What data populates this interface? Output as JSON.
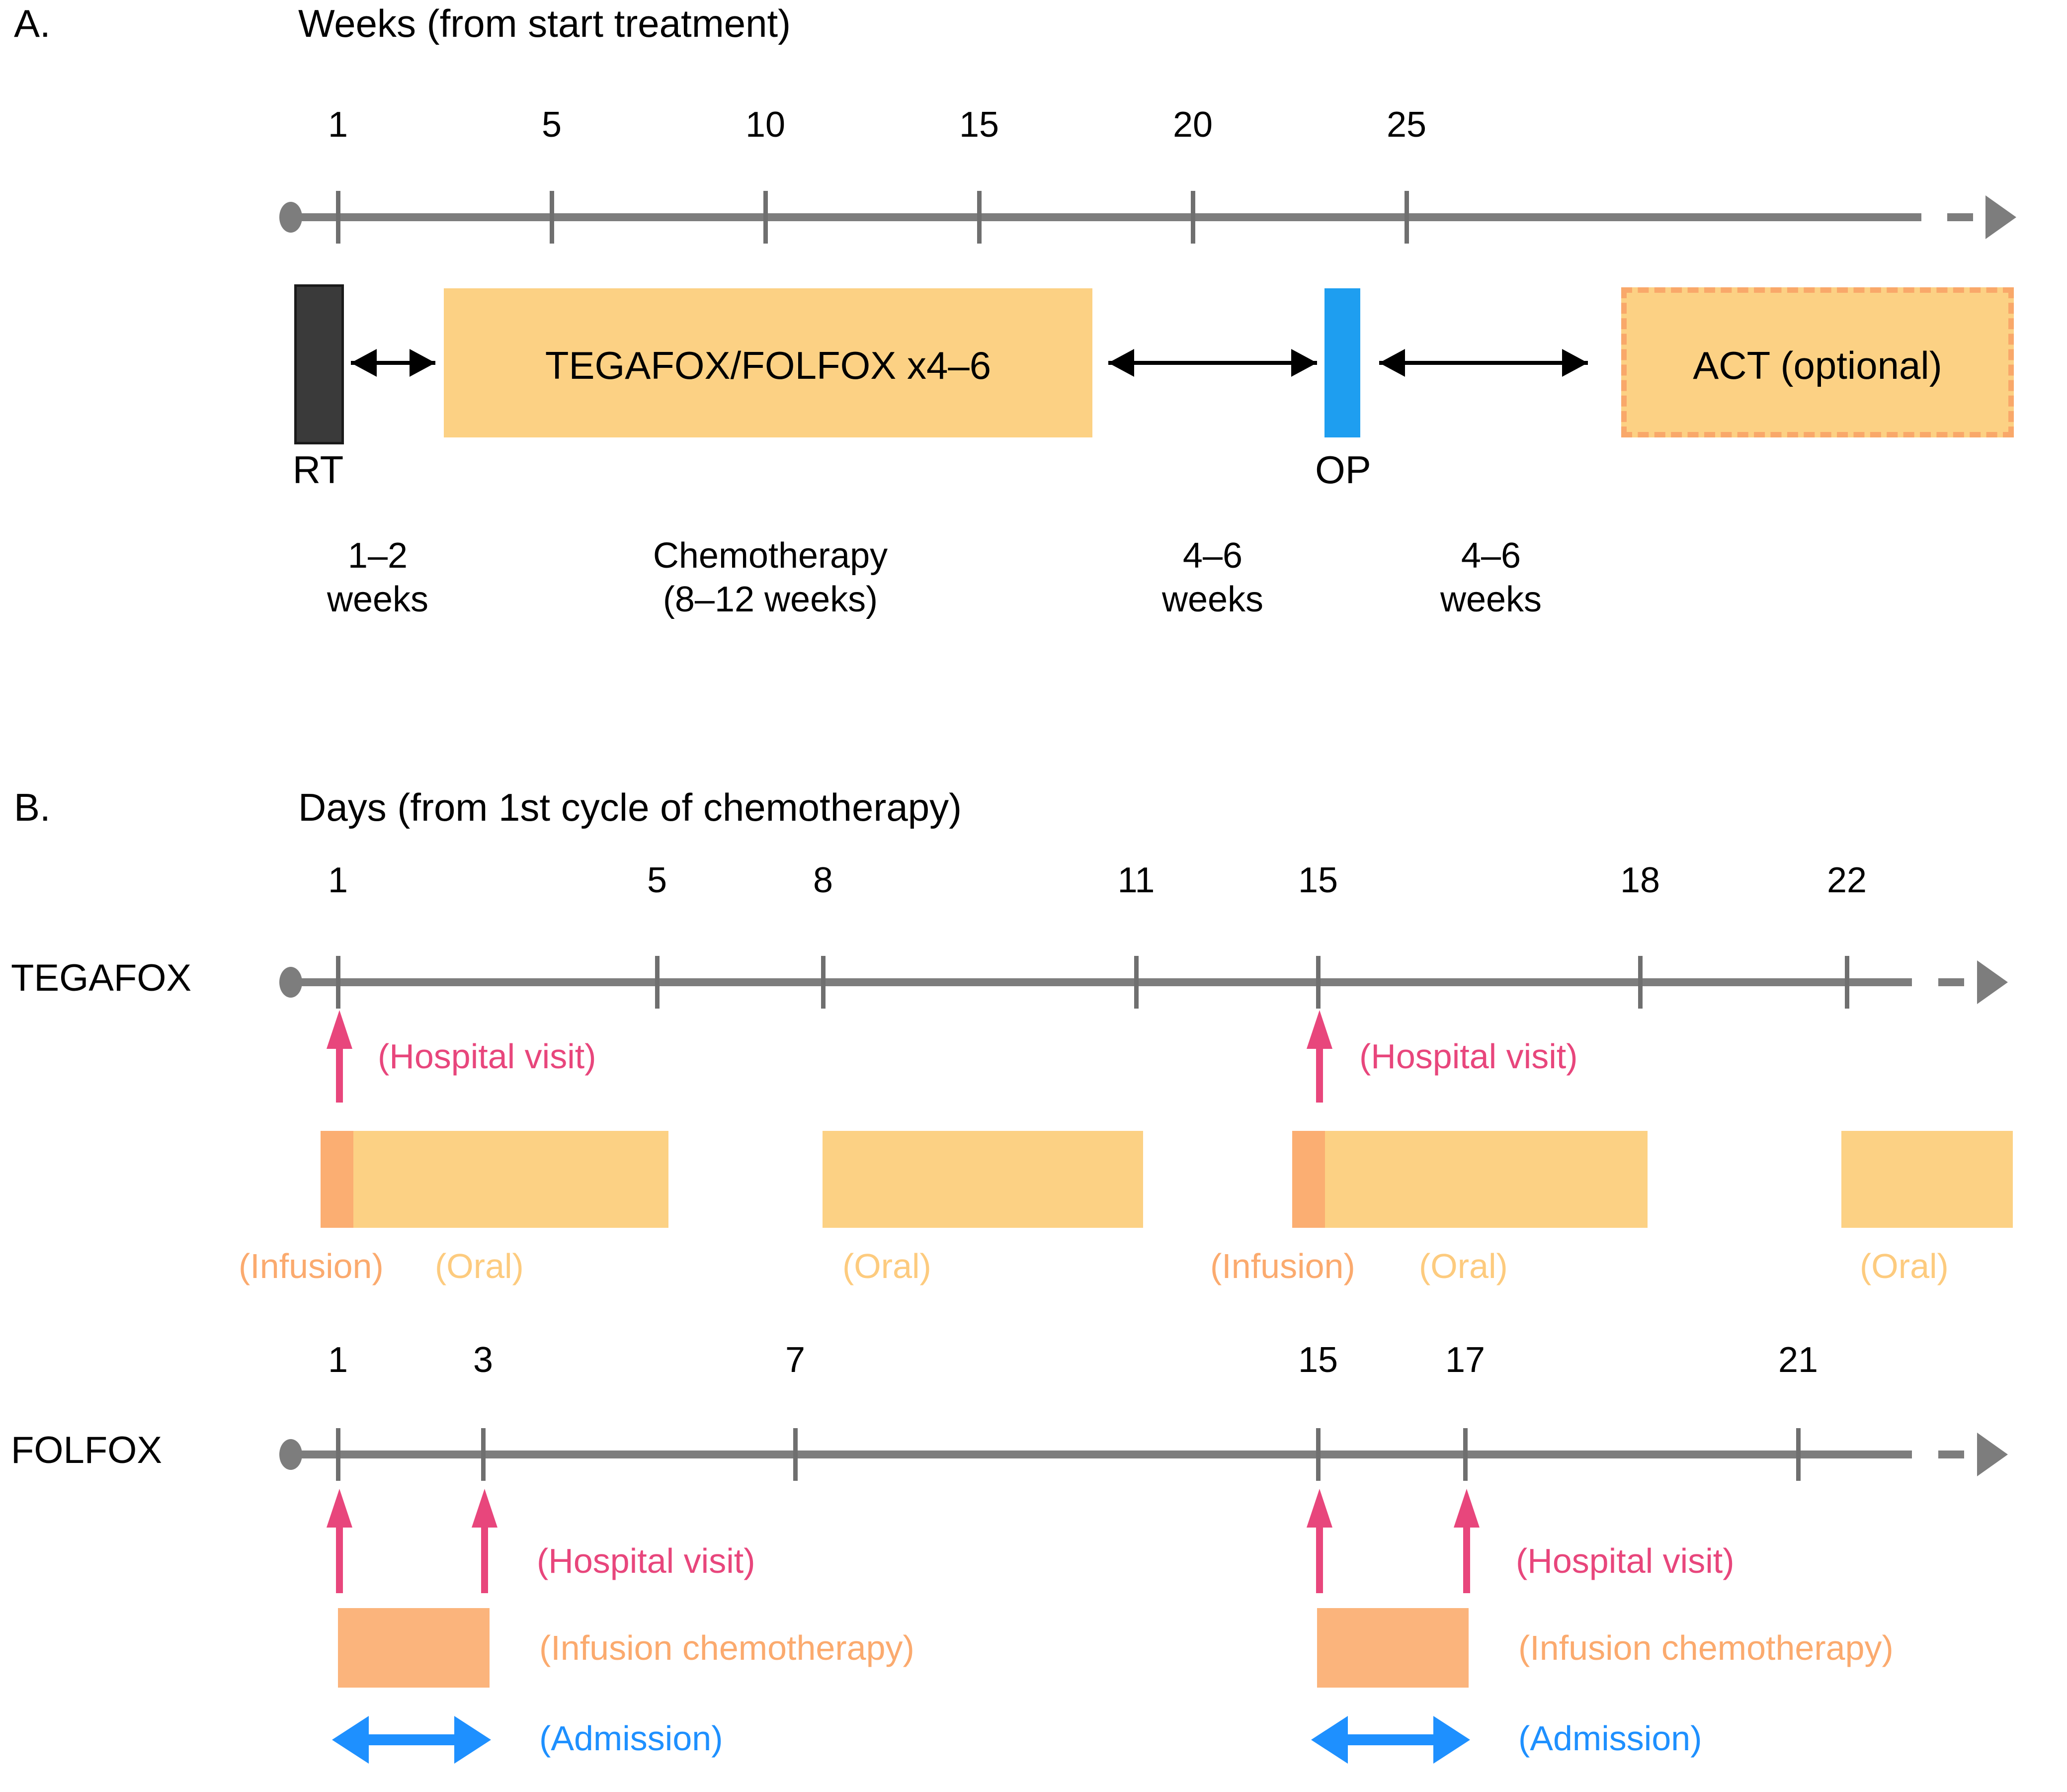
{
  "figure": {
    "panels": [
      {
        "id": "A",
        "letter": "A.",
        "heading": "Weeks (from start treatment)",
        "axis_unit": "weeks",
        "tick_labels": [
          "1",
          "5",
          "10",
          "15",
          "20",
          "25"
        ],
        "blocks": [
          {
            "name": "rt",
            "label": "RT",
            "color": "#3a3a3a"
          },
          {
            "name": "chemotherapy",
            "label": "TEGAFOX/FOLFOX x4–6",
            "color": "#fcd184"
          },
          {
            "name": "operation",
            "label": "OP",
            "color": "#1e9ef0"
          },
          {
            "name": "act",
            "label": "ACT (optional)",
            "color": "#fcd184",
            "border": "#f9a86a"
          }
        ],
        "duration_notes": [
          "1–2\nweeks",
          "Chemotherapy\n(8–12 weeks)",
          "4–6\nweeks",
          "4–6\nweeks"
        ]
      },
      {
        "id": "B",
        "letter": "B.",
        "heading": "Days (from 1st cycle of chemotherapy)",
        "axis_unit": "days",
        "rows": [
          {
            "name": "tegafox",
            "label": "TEGAFOX",
            "tick_labels": [
              "1",
              "5",
              "8",
              "11",
              "15",
              "18",
              "22"
            ],
            "hospital_visit_label": "(Hospital visit)",
            "hospital_visit_days": [
              1,
              15
            ],
            "legend": [
              {
                "text": "(Infusion)",
                "color": "#fbaa6e"
              },
              {
                "text": "(Oral)",
                "color": "#fdcb7e"
              },
              {
                "text": "(Oral)",
                "color": "#fdcb7e"
              },
              {
                "text": "(Infusion)",
                "color": "#fbaa6e"
              },
              {
                "text": "(Oral)",
                "color": "#fdcb7e"
              },
              {
                "text": "(Oral)",
                "color": "#fdcb7e"
              }
            ]
          },
          {
            "name": "folfox",
            "label": "FOLFOX",
            "tick_labels": [
              "1",
              "3",
              "7",
              "15",
              "17",
              "21"
            ],
            "hospital_visit_label": "(Hospital visit)",
            "hospital_visit_days": [
              1,
              3,
              15,
              17
            ],
            "infusion_label": "(Infusion chemotherapy)",
            "admission_label": "(Admission)"
          }
        ]
      }
    ]
  },
  "chart_data": {
    "type": "table",
    "title": "Neoadjuvant treatment schedule (timeline diagram)",
    "panel_A": {
      "type": "timeline",
      "xlabel": "Weeks (from start treatment)",
      "tick_values": [
        1,
        5,
        10,
        15,
        20,
        25
      ],
      "xlim": [
        0,
        28
      ],
      "events": [
        {
          "label": "RT",
          "start_week": 1,
          "end_week": 2,
          "color": "#3a3a3a",
          "duration_text": "1–2 weeks"
        },
        {
          "label": "TEGAFOX/FOLFOX x4–6",
          "start_week": 3,
          "end_week": 15,
          "color": "#fcd184",
          "duration_text": "Chemotherapy (8–12 weeks)"
        },
        {
          "label": "OP",
          "start_week": 20,
          "end_week": 20,
          "color": "#1e9ef0",
          "duration_text": "4–6 weeks"
        },
        {
          "label": "ACT (optional)",
          "start_week": 24,
          "end_week": 28,
          "color": "#fcd184",
          "duration_text": "4–6 weeks"
        }
      ],
      "gap_labels": [
        "1–2 weeks",
        "Chemotherapy (8–12 weeks)",
        "4–6 weeks",
        "4–6 weeks"
      ]
    },
    "panel_B": {
      "type": "timeline",
      "xlabel": "Days (from 1st cycle of chemotherapy)",
      "series": [
        {
          "name": "TEGAFOX",
          "tick_values": [
            1,
            5,
            8,
            11,
            15,
            18,
            22
          ],
          "hospital_visits": [
            1,
            15
          ],
          "bars": [
            {
              "kind": "infusion",
              "start_day": 1,
              "end_day": 1
            },
            {
              "kind": "oral",
              "start_day": 1,
              "end_day": 5
            },
            {
              "kind": "oral",
              "start_day": 8,
              "end_day": 11
            },
            {
              "kind": "infusion",
              "start_day": 15,
              "end_day": 15
            },
            {
              "kind": "oral",
              "start_day": 15,
              "end_day": 19
            },
            {
              "kind": "oral",
              "start_day": 22,
              "end_day": 25
            }
          ]
        },
        {
          "name": "FOLFOX",
          "tick_values": [
            1,
            3,
            7,
            15,
            17,
            21
          ],
          "hospital_visits": [
            1,
            3,
            15,
            17
          ],
          "bars": [
            {
              "kind": "infusion",
              "start_day": 1,
              "end_day": 3
            },
            {
              "kind": "infusion",
              "start_day": 15,
              "end_day": 17
            }
          ],
          "admissions": [
            {
              "start_day": 1,
              "end_day": 3
            },
            {
              "start_day": 15,
              "end_day": 17
            }
          ]
        }
      ]
    }
  },
  "colors": {
    "axis": "#7d7d7d",
    "rt": "#3a3a3a",
    "oral": "#fcd184",
    "infusion": "#fbb47c",
    "operation": "#1e9ef0",
    "hospital_visit": "#e8467c",
    "admission": "#1e90ff",
    "act_border": "#f9a86a"
  }
}
